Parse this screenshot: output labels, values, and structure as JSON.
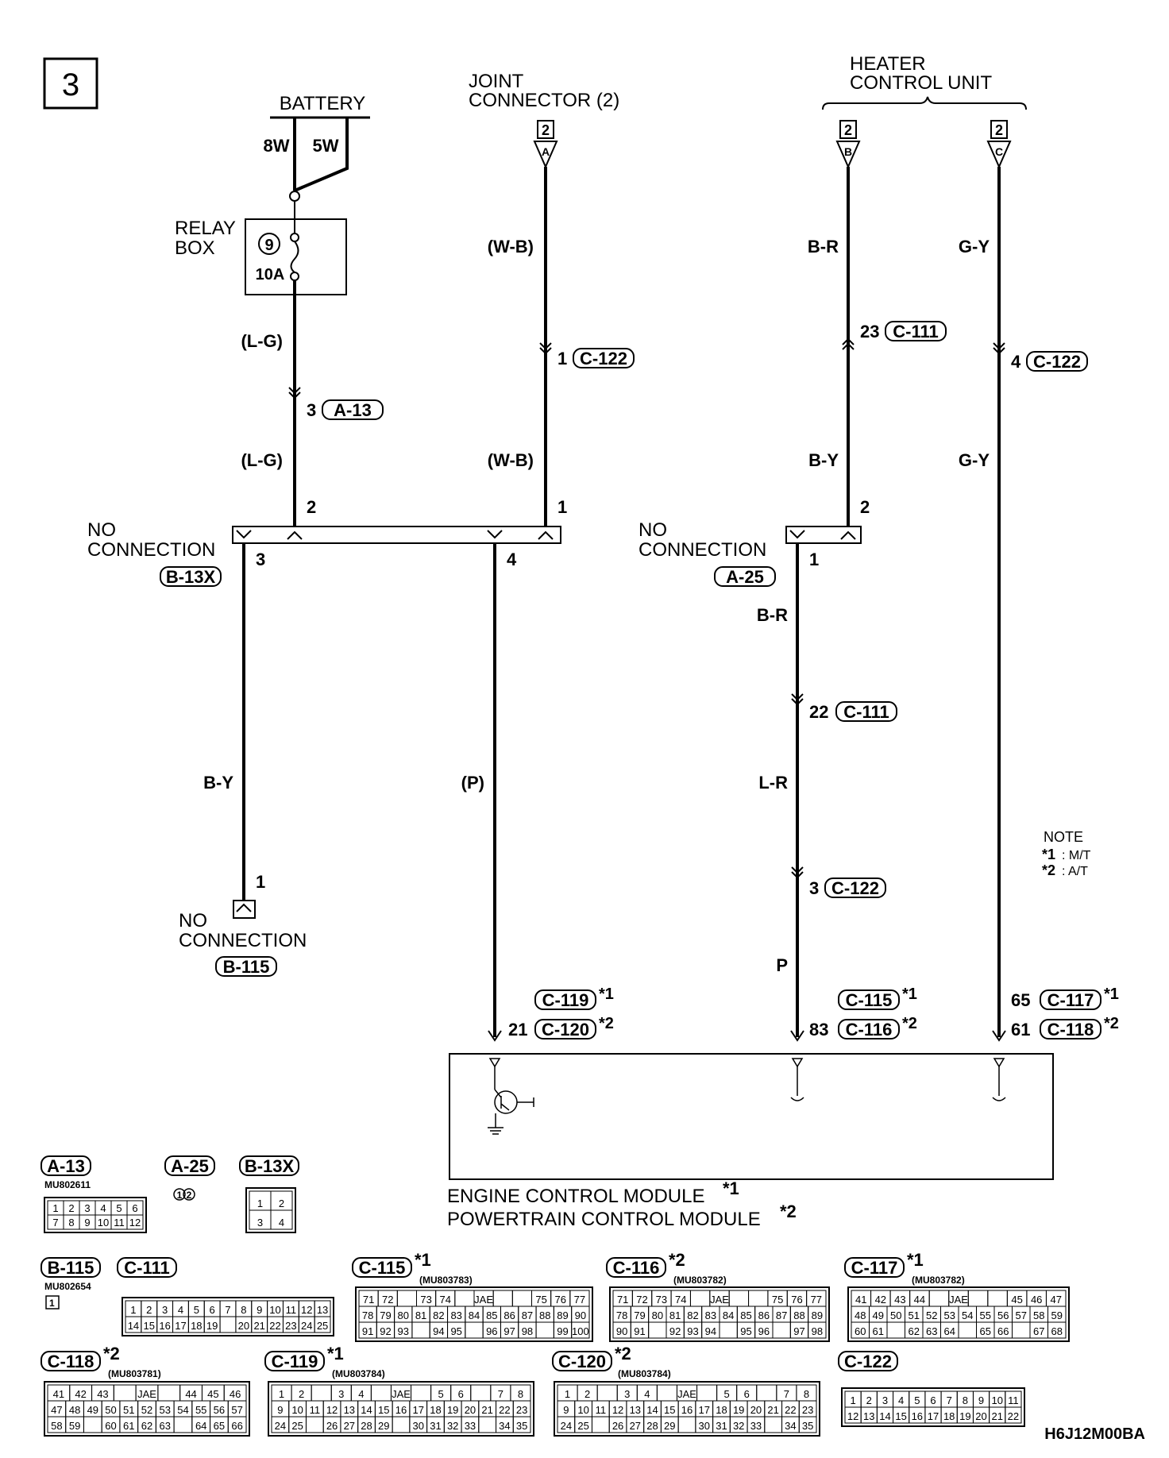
{
  "section_number": "3",
  "battery": {
    "label": "BATTERY",
    "wires": [
      "8W",
      "5W"
    ]
  },
  "relay_box": {
    "label_lines": [
      "RELAY",
      "BOX"
    ],
    "fuse_number": "9",
    "fuse_rating": "10A"
  },
  "joint_connector": {
    "label_lines": [
      "JOINT",
      "CONNECTOR (2)"
    ],
    "page_ref": "2",
    "terminal": "A"
  },
  "heater_control_unit": {
    "label_lines": [
      "HEATER",
      "CONTROL UNIT"
    ],
    "refs": [
      {
        "page": "2",
        "terminal": "B"
      },
      {
        "page": "2",
        "terminal": "C"
      }
    ]
  },
  "wire_colors": {
    "relay_top": "(L-G)",
    "relay_bottom": "(L-G)",
    "joint_top": "(W-B)",
    "joint_bottom": "(W-B)",
    "heater_b_top": "B-R",
    "heater_b_bottom": "B-Y",
    "heater_c_top": "G-Y",
    "heater_c_bottom": "G-Y",
    "b13x_pin3": "B-Y",
    "b13x_pin4": "(P)",
    "a25_top": "B-R",
    "a25_mid": "L-R",
    "a25_bottom": "P"
  },
  "inline_connectors": [
    {
      "pin": "3",
      "id": "A-13"
    },
    {
      "pin": "1",
      "id": "C-122"
    },
    {
      "pin": "23",
      "id": "C-111"
    },
    {
      "pin": "4",
      "id": "C-122"
    },
    {
      "pin": "22",
      "id": "C-111"
    },
    {
      "pin": "3",
      "id": "C-122"
    }
  ],
  "junction_b13x": {
    "label_lines": [
      "NO",
      "CONNECTION"
    ],
    "id": "B-13X",
    "pins": [
      "2",
      "1",
      "3",
      "4"
    ]
  },
  "junction_a25": {
    "label_lines": [
      "NO",
      "CONNECTION"
    ],
    "id": "A-25",
    "pins": [
      "2",
      "1"
    ]
  },
  "end_b115": {
    "label_lines": [
      "NO",
      "CONNECTION"
    ],
    "id": "B-115",
    "pin": "1"
  },
  "module_pins": [
    {
      "pin": "21",
      "ids": [
        "C-119",
        "C-120"
      ],
      "marks": [
        "*1",
        "*2"
      ]
    },
    {
      "pin": "83",
      "ids": [
        "C-115",
        "C-116"
      ],
      "marks": [
        "*1",
        "*2"
      ]
    },
    {
      "pin": "65",
      "ids": [
        "C-117"
      ],
      "marks": [
        "*1"
      ]
    },
    {
      "pin": "61",
      "ids": [
        "C-118"
      ],
      "marks": [
        "*2"
      ]
    }
  ],
  "module": {
    "name_lines": [
      "ENGINE CONTROL MODULE",
      "POWERTRAIN CONTROL MODULE"
    ],
    "marks": [
      "*1",
      "*2"
    ]
  },
  "note": {
    "title": "NOTE",
    "items": [
      {
        "mark": "*1",
        "text": ": M/T"
      },
      {
        "mark": "*2",
        "text": ": A/T"
      }
    ]
  },
  "connector_views": {
    "a13": {
      "id": "A-13",
      "part": "MU802611",
      "rows": [
        [
          "1",
          "2",
          "3",
          "4",
          "5",
          "6"
        ],
        [
          "7",
          "8",
          "9",
          "10",
          "11",
          "12"
        ]
      ]
    },
    "a25": {
      "id": "A-25",
      "cells": [
        "1",
        "2"
      ]
    },
    "b13x": {
      "id": "B-13X",
      "rows": [
        [
          "1",
          "2"
        ],
        [
          "3",
          "4"
        ]
      ]
    },
    "b115": {
      "id": "B-115",
      "part": "MU802654",
      "cells": [
        "1"
      ]
    },
    "c111": {
      "id": "C-111",
      "rows": [
        [
          "1",
          "2",
          "3",
          "4",
          "5",
          "6",
          "7",
          "8",
          "9",
          "10",
          "11",
          "12",
          "13"
        ],
        [
          "14",
          "15",
          "16",
          "17",
          "18",
          "19",
          "",
          "20",
          "21",
          "22",
          "23",
          "24",
          "25"
        ]
      ]
    },
    "c115": {
      "id": "C-115",
      "mark": "*1",
      "part": "(MU803783)",
      "rows": [
        [
          "71",
          "72",
          "",
          "73",
          "74",
          "",
          "JAE",
          "",
          "",
          "75",
          "76",
          "77"
        ],
        [
          "78",
          "79",
          "80",
          "81",
          "82",
          "83",
          "84",
          "85",
          "86",
          "87",
          "88",
          "89",
          "90"
        ],
        [
          "91",
          "92",
          "93",
          "",
          "94",
          "95",
          "",
          "96",
          "97",
          "98",
          "",
          "99",
          "100"
        ]
      ]
    },
    "c116": {
      "id": "C-116",
      "mark": "*2",
      "part": "(MU803782)",
      "rows": [
        [
          "71",
          "72",
          "73",
          "74",
          "",
          "JAE",
          "",
          "",
          "75",
          "76",
          "77"
        ],
        [
          "78",
          "79",
          "80",
          "81",
          "82",
          "83",
          "84",
          "85",
          "86",
          "87",
          "88",
          "89"
        ],
        [
          "90",
          "91",
          "",
          "92",
          "93",
          "94",
          "",
          "95",
          "96",
          "",
          "97",
          "98"
        ]
      ]
    },
    "c117": {
      "id": "C-117",
      "mark": "*1",
      "part": "(MU803782)",
      "rows": [
        [
          "41",
          "42",
          "43",
          "44",
          "",
          "JAE",
          "",
          "",
          "45",
          "46",
          "47"
        ],
        [
          "48",
          "49",
          "50",
          "51",
          "52",
          "53",
          "54",
          "55",
          "56",
          "57",
          "58",
          "59"
        ],
        [
          "60",
          "61",
          "",
          "62",
          "63",
          "64",
          "",
          "65",
          "66",
          "",
          "67",
          "68"
        ]
      ]
    },
    "c118": {
      "id": "C-118",
      "mark": "*2",
      "part": "(MU803781)",
      "rows": [
        [
          "41",
          "42",
          "43",
          "",
          "JAE",
          "",
          "44",
          "45",
          "46"
        ],
        [
          "47",
          "48",
          "49",
          "50",
          "51",
          "52",
          "53",
          "54",
          "55",
          "56",
          "57"
        ],
        [
          "58",
          "59",
          "",
          "60",
          "61",
          "62",
          "63",
          "",
          "64",
          "65",
          "66"
        ]
      ]
    },
    "c119": {
      "id": "C-119",
      "mark": "*1",
      "part": "(MU803784)",
      "rows": [
        [
          "1",
          "2",
          "",
          "3",
          "4",
          "",
          "JAE",
          "",
          "5",
          "6",
          "",
          "7",
          "8"
        ],
        [
          "9",
          "10",
          "11",
          "12",
          "13",
          "14",
          "15",
          "16",
          "17",
          "18",
          "19",
          "20",
          "21",
          "22",
          "23"
        ],
        [
          "24",
          "25",
          "",
          "26",
          "27",
          "28",
          "29",
          "",
          "30",
          "31",
          "32",
          "33",
          "",
          "34",
          "35"
        ]
      ]
    },
    "c120": {
      "id": "C-120",
      "mark": "*2",
      "part": "(MU803784)",
      "rows": [
        [
          "1",
          "2",
          "",
          "3",
          "4",
          "",
          "JAE",
          "",
          "5",
          "6",
          "",
          "7",
          "8"
        ],
        [
          "9",
          "10",
          "11",
          "12",
          "13",
          "14",
          "15",
          "16",
          "17",
          "18",
          "19",
          "20",
          "21",
          "22",
          "23"
        ],
        [
          "24",
          "25",
          "",
          "26",
          "27",
          "28",
          "29",
          "",
          "30",
          "31",
          "32",
          "33",
          "",
          "34",
          "35"
        ]
      ]
    },
    "c122": {
      "id": "C-122",
      "rows": [
        [
          "1",
          "2",
          "3",
          "4",
          "5",
          "6",
          "7",
          "8",
          "9",
          "10",
          "11"
        ],
        [
          "12",
          "13",
          "14",
          "15",
          "16",
          "17",
          "18",
          "19",
          "20",
          "21",
          "22"
        ]
      ]
    }
  },
  "figure_code": "H6J12M00BA"
}
